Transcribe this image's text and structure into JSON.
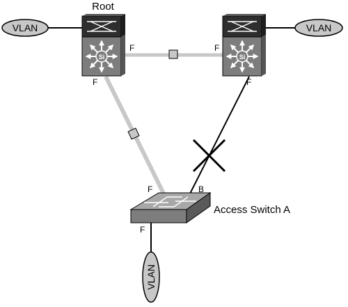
{
  "root_label": "Root",
  "access_switch_label": "Access Switch A",
  "vlan_label": "VLAN",
  "switch_symbol": "Si",
  "ports": {
    "root_right": "F",
    "root_bottom": "F",
    "right_left": "F",
    "right_bottom": "F",
    "access_left": "F",
    "access_right": "B",
    "access_bottom": "F"
  },
  "colors": {
    "forwarding_link": "#c8c8c8",
    "blocked_link": "#000000",
    "switch_body": "#7d7d7d",
    "switch_top": "#2e2e2e",
    "vlan_fill": "#c8c8c8"
  },
  "icons": {
    "root_switch": "multilayer-switch-icon",
    "right_switch": "multilayer-switch-icon",
    "access_switch": "workgroup-switch-icon",
    "blocked_port": "x-mark-icon",
    "bpdu_markers": "square-icon"
  }
}
